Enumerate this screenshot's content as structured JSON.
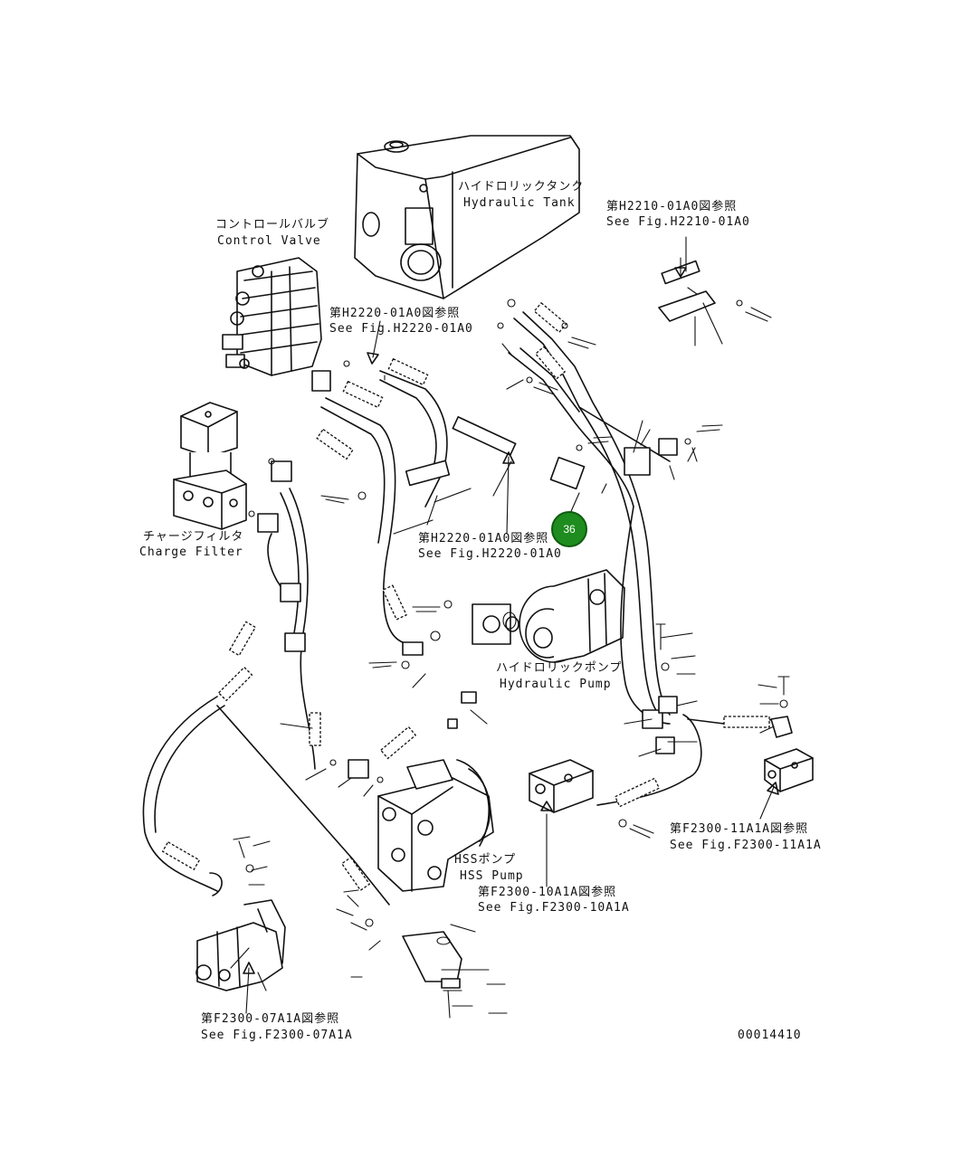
{
  "drawing_number": "00014410",
  "labels": {
    "hydraulic_tank": {
      "jp": "ハイドロリックタンク",
      "en": "Hydraulic Tank"
    },
    "control_valve": {
      "jp": "コントロールバルブ",
      "en": "Control Valve"
    },
    "charge_filter": {
      "jp": "チャージフィルタ",
      "en": "Charge Filter"
    },
    "hydraulic_pump": {
      "jp": "ハイドロリックポンプ",
      "en": "Hydraulic Pump"
    },
    "hss_pump": {
      "jp": "HSSポンプ",
      "en": "HSS Pump"
    }
  },
  "references": {
    "h2210_top_right": {
      "jp": "第H2210-01A0図参照",
      "en": "See Fig.H2210-01A0"
    },
    "h2220_upper": {
      "jp": "第H2220-01A0図参照",
      "en": "See Fig.H2220-01A0"
    },
    "h2220_middle": {
      "jp": "第H2220-01A0図参照",
      "en": "See Fig.H2220-01A0"
    },
    "f2300_11a1a": {
      "jp": "第F2300-11A1A図参照",
      "en": "See Fig.F2300-11A1A"
    },
    "f2300_10a1a": {
      "jp": "第F2300-10A1A図参照",
      "en": "See Fig.F2300-10A1A"
    },
    "f2300_07a1a": {
      "jp": "第F2300-07A1A図参照",
      "en": "See Fig.F2300-07A1A"
    }
  },
  "callout": {
    "number": "36",
    "color": "#1e8c1e"
  }
}
